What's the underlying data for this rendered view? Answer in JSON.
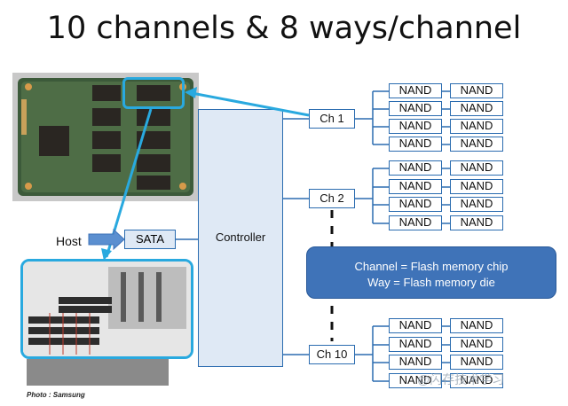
{
  "title": "10 channels & 8 ways/channel",
  "controller_label": "Controller",
  "sata_label": "SATA",
  "host_label": "Host",
  "channels": [
    {
      "label": "Ch 1",
      "nand": [
        "NAND",
        "NAND",
        "NAND",
        "NAND",
        "NAND",
        "NAND",
        "NAND",
        "NAND"
      ]
    },
    {
      "label": "Ch 2",
      "nand": [
        "NAND",
        "NAND",
        "NAND",
        "NAND",
        "NAND",
        "NAND",
        "NAND",
        "NAND"
      ]
    },
    {
      "label": "Ch 10",
      "nand": [
        "NAND",
        "NAND",
        "NAND",
        "NAND",
        "NAND",
        "NAND",
        "NAND",
        "NAND"
      ]
    }
  ],
  "callout": {
    "line1": "Channel = Flash memory chip",
    "line2": "Way = Flash memory die"
  },
  "photo_caption": "Photo : Samsung",
  "watermark": "@闪存技术学习",
  "colors": {
    "accent": "#2b6cb0",
    "callout_bg": "#3f73b8",
    "cyan_arrow": "#29a9df",
    "controller_bg": "#dfe9f5"
  }
}
